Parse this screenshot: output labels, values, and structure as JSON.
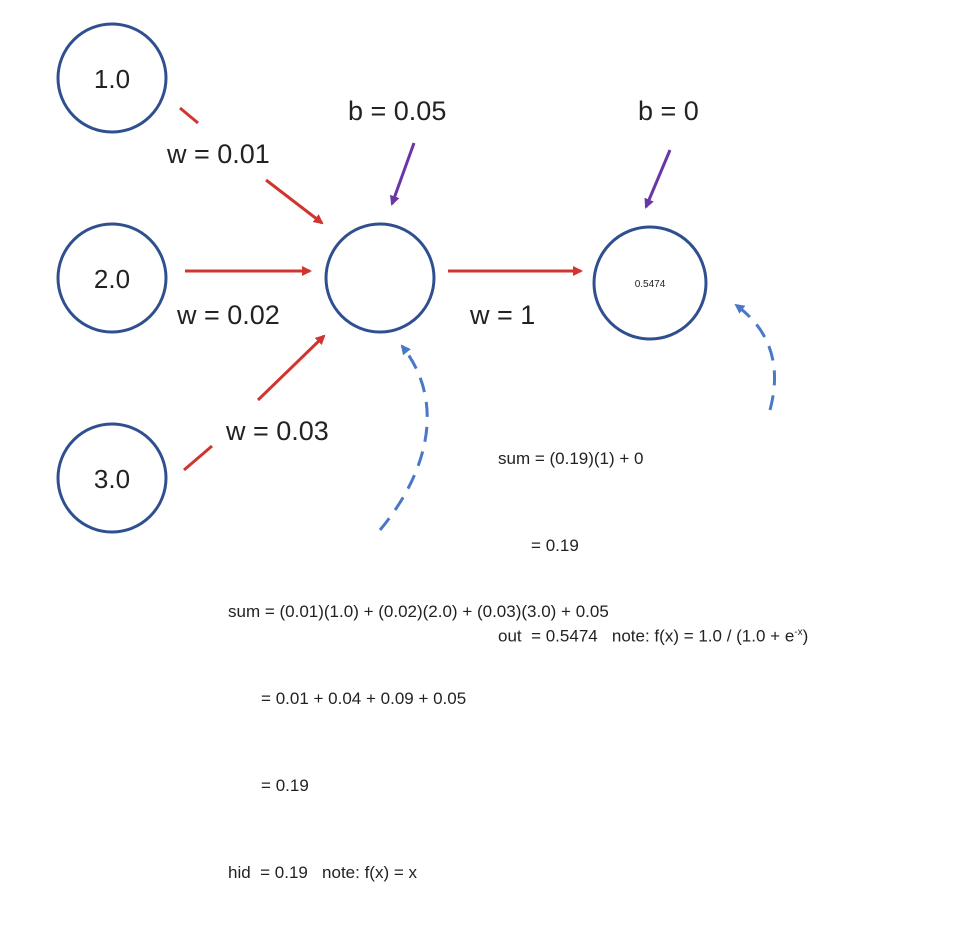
{
  "nodes": {
    "input_1": "1.0",
    "input_2": "2.0",
    "input_3": "3.0",
    "hidden": "",
    "output": "0.5474"
  },
  "weights": {
    "w1": "w = 0.01",
    "w2": "w = 0.02",
    "w3": "w = 0.03",
    "w_out": "w = 1"
  },
  "biases": {
    "hidden": "b = 0.05",
    "output": "b = 0"
  },
  "hidden_calc": {
    "line1": "sum = (0.01)(1.0) + (0.02)(2.0) + (0.03)(3.0) + 0.05",
    "line2": "       = 0.01 + 0.04 + 0.09 + 0.05",
    "line3": "       = 0.19",
    "line4": "hid  = 0.19   note: f(x) = x"
  },
  "output_calc": {
    "line1": "sum = (0.19)(1) + 0",
    "line2": "       = 0.19",
    "line3_pre": "out  = 0.5474   note: f(x) = 1.0 / (1.0 + e",
    "line3_sup": "-x",
    "line3_post": ")"
  },
  "colors": {
    "node_stroke": "#2f4f8f",
    "weight_arrow": "#d0362f",
    "bias_arrow": "#6a35a8",
    "feedback_arrow": "#4a78c8"
  }
}
